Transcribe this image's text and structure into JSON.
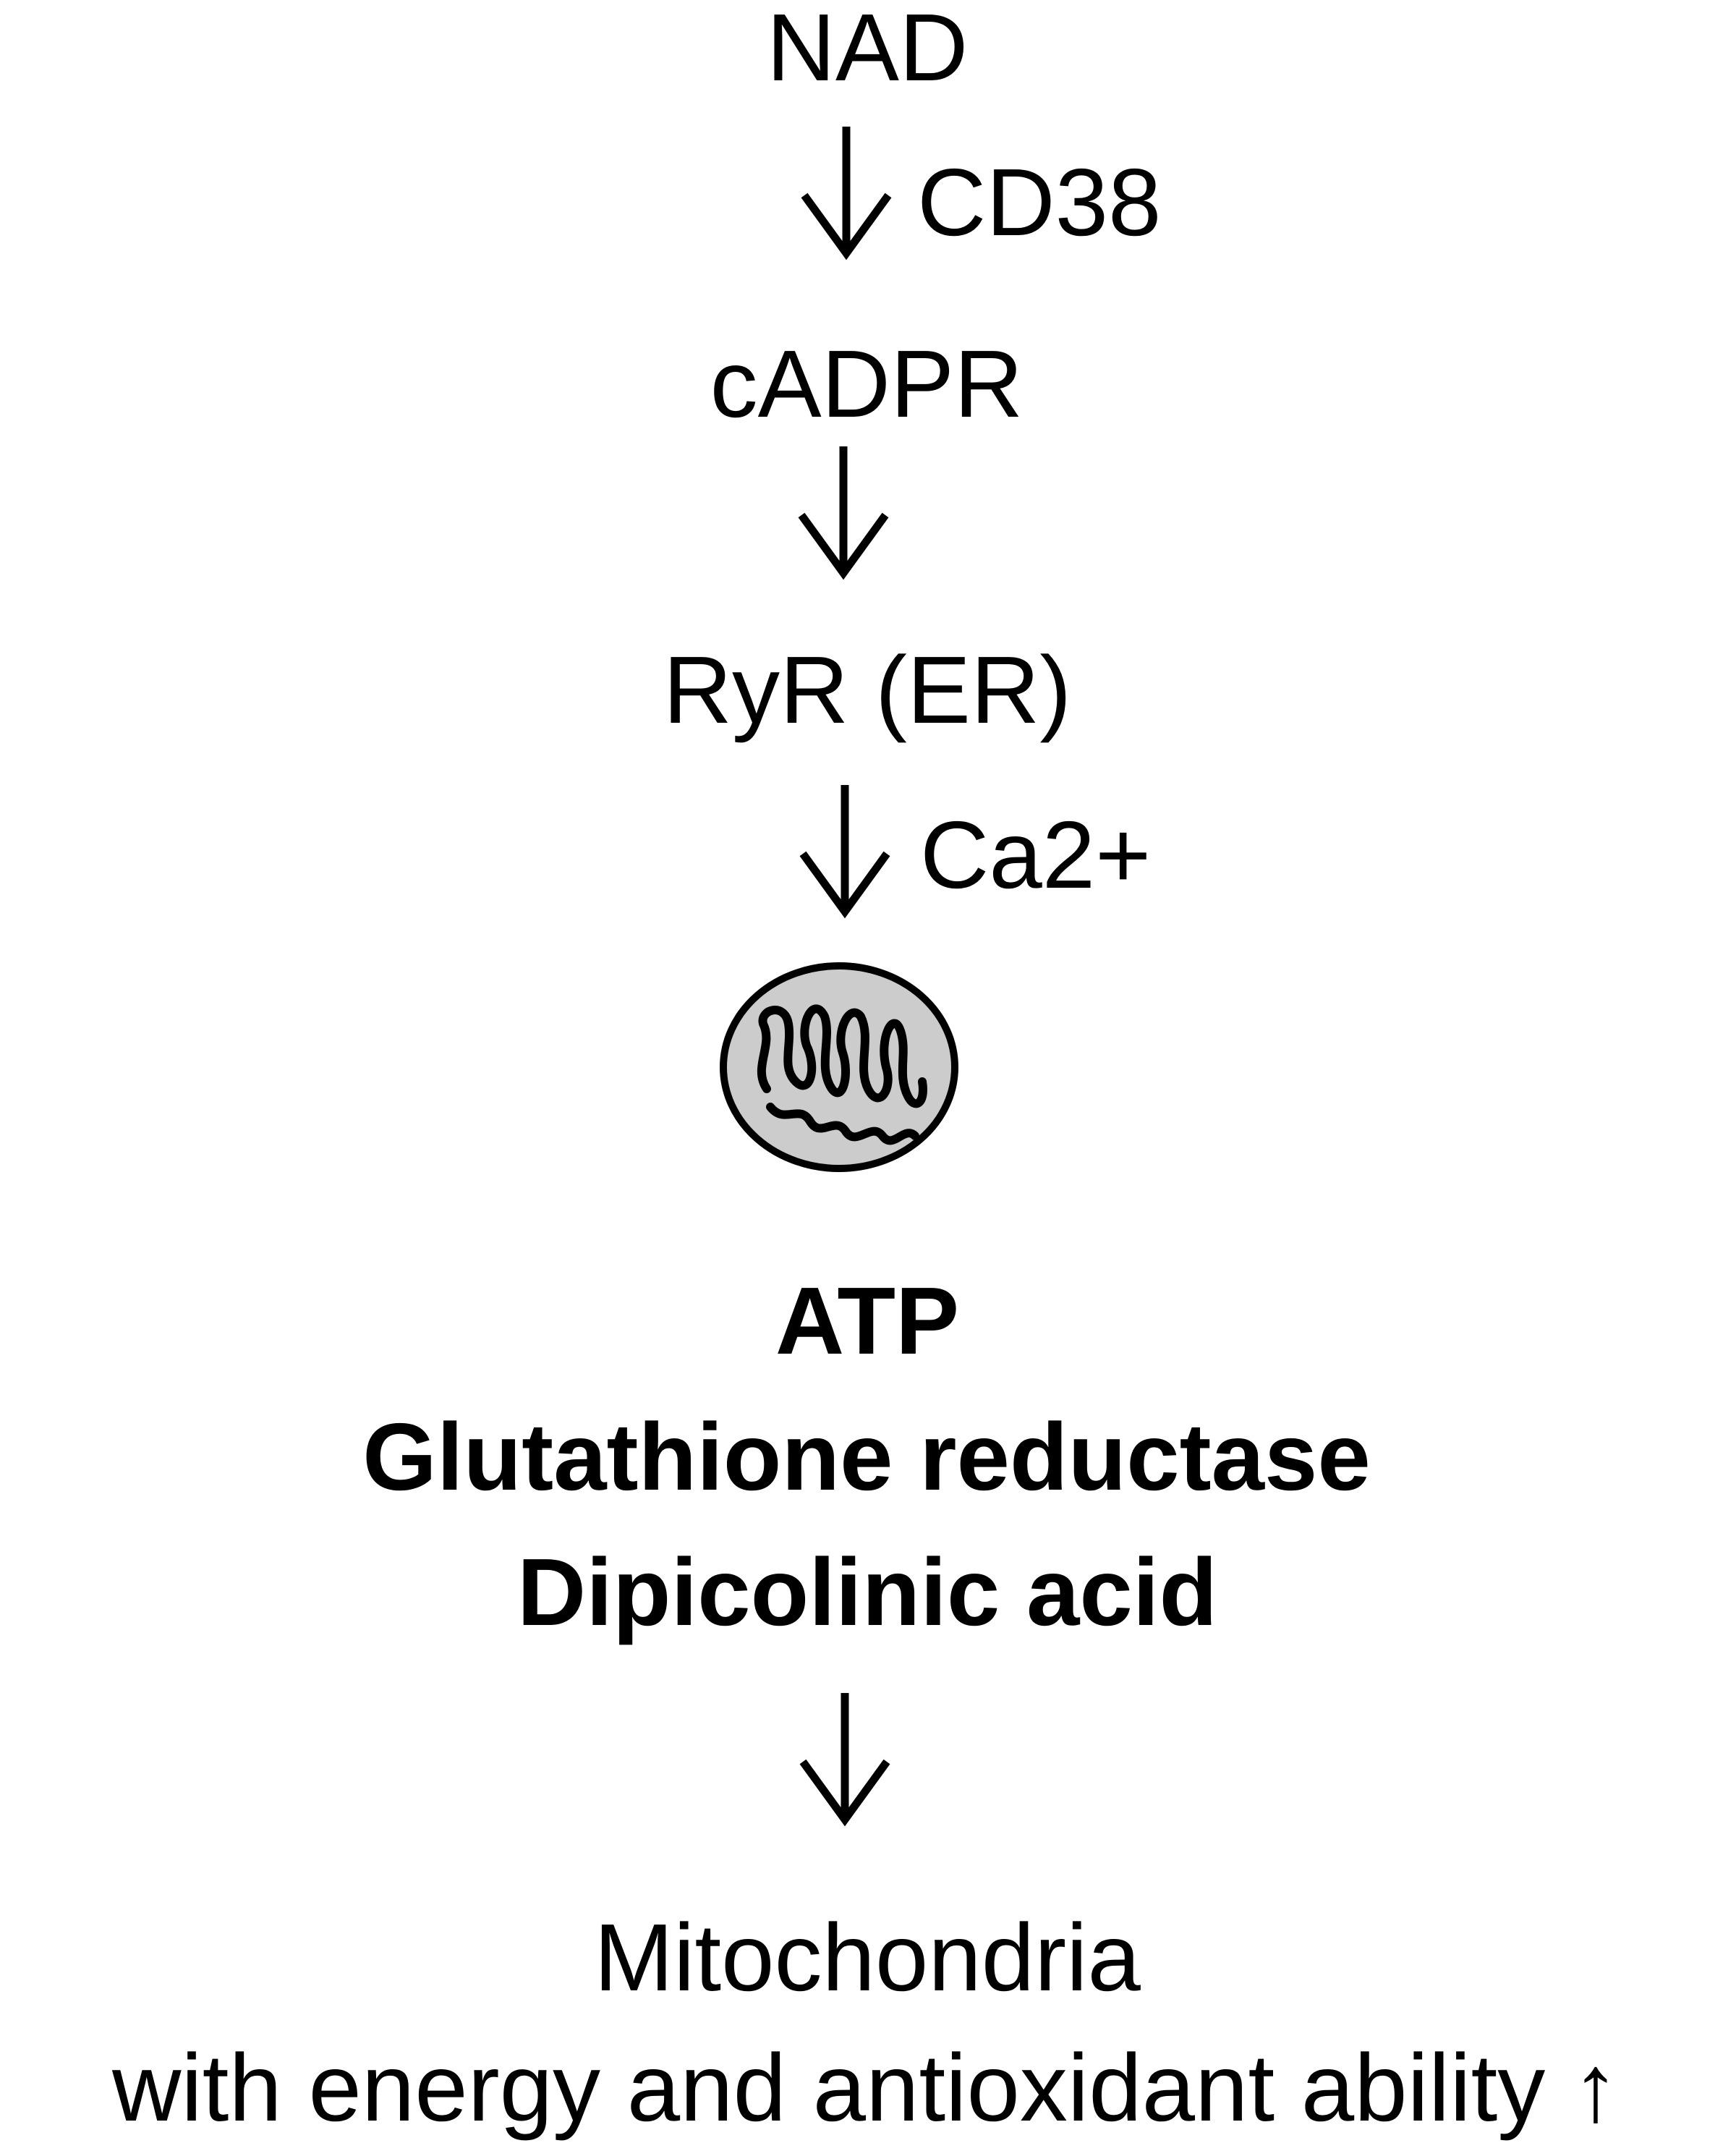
{
  "nodes": {
    "nad": "NAD",
    "cadpr": "cADPR",
    "ryr": "RyR (ER)",
    "atp": "ATP",
    "glutathione": "Glutathione reductase",
    "dipicolinic": "Dipicolinic acid",
    "mitochondria": "Mitochondria",
    "outcome": "with energy and antioxidant ability ↑"
  },
  "edge_labels": {
    "cd38": "CD38",
    "ca": "Ca2+"
  },
  "icons": {
    "organelle": "mitochondrion-icon",
    "arrow": "down-arrow-icon"
  },
  "colors": {
    "text": "#000000",
    "mitochondrion_fill": "#cccccc",
    "background": "#ffffff"
  }
}
